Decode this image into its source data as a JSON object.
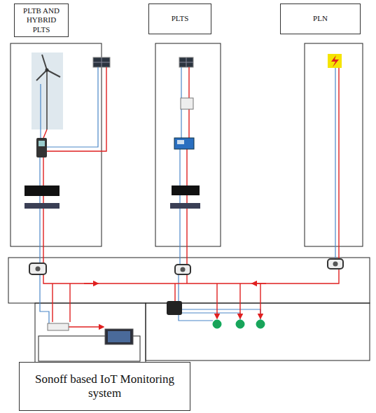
{
  "diagram": {
    "nodes": [
      {
        "text": [
          "PLTB AND HYBRID PLTS"
        ]
      },
      {
        "text": [
          "PLTS"
        ]
      },
      {
        "text": [
          "PLN"
        ]
      },
      {
        "text": [
          "Sonoff based IoT Monitoring system"
        ]
      }
    ]
  }
}
